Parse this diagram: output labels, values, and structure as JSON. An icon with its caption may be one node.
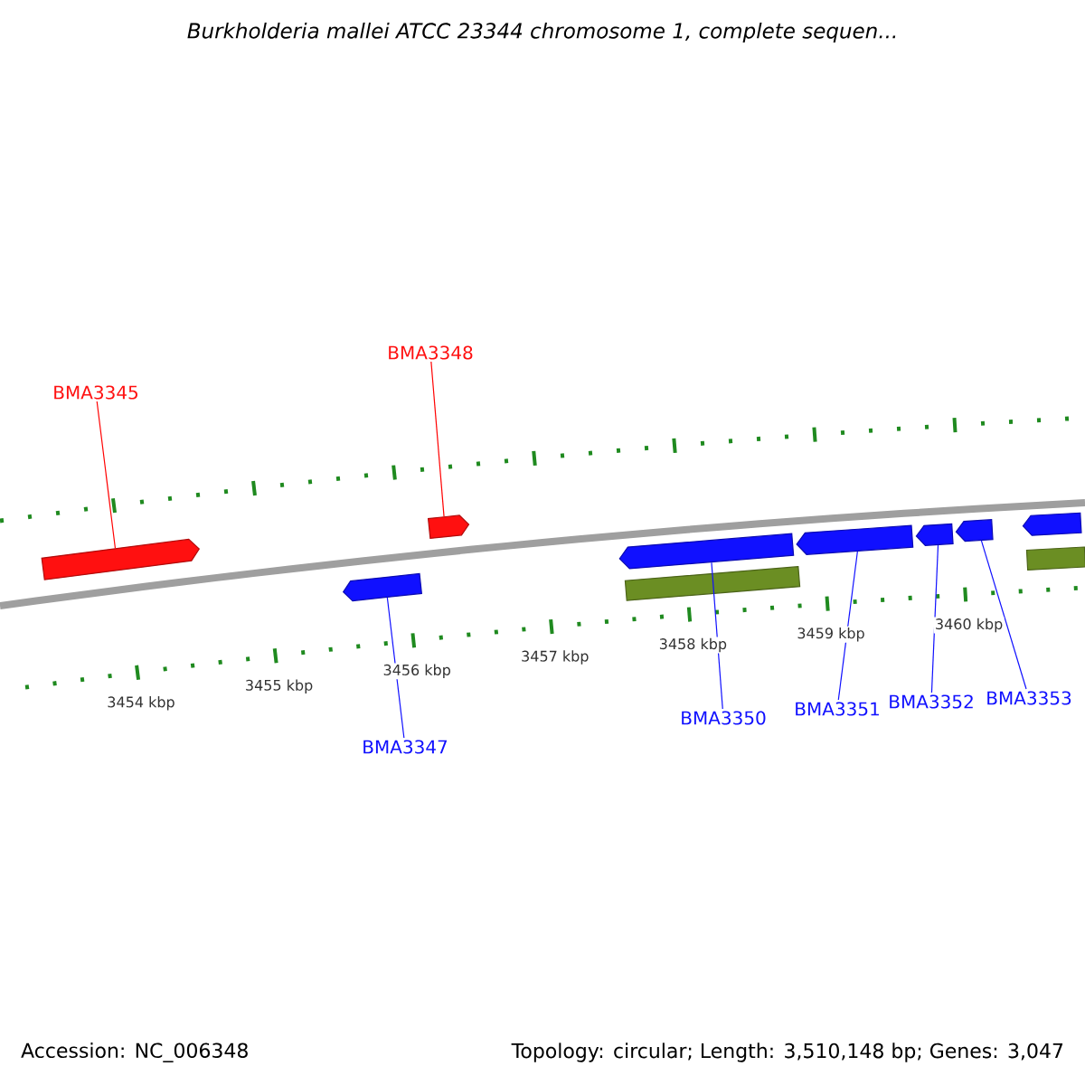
{
  "diagram": {
    "title": "Burkholderia mallei ATCC 23344 chromosome 1, complete sequen...",
    "nodes": [
      {
        "text": [
          "BMA3345"
        ]
      },
      {
        "text": [
          "BMA3348"
        ]
      },
      {
        "text": [
          "BMA3347"
        ]
      },
      {
        "text": [
          "BMA3350"
        ]
      },
      {
        "text": [
          "BMA3351"
        ]
      },
      {
        "text": [
          "BMA3352"
        ]
      },
      {
        "text": [
          "BMA3353"
        ]
      },
      {
        "text": [],
        "shape": "arrow"
      },
      {
        "text": [],
        "shape": "arrow"
      },
      {
        "text": [],
        "shape": "arrow"
      },
      {
        "text": [],
        "shape": "arrow"
      },
      {
        "text": [],
        "shape": "arrow"
      },
      {
        "text": [],
        "shape": "arrow"
      },
      {
        "text": [],
        "shape": "arrow"
      },
      {
        "text": [],
        "shape": "arrow"
      },
      {
        "text": [],
        "shape": "bar"
      },
      {
        "text": [],
        "shape": "bar"
      }
    ],
    "edges": [
      {
        "from": 0,
        "to": 7,
        "arrow": "none",
        "color": "#ff0000"
      },
      {
        "from": 1,
        "to": 8,
        "arrow": "none",
        "color": "#ff0000"
      },
      {
        "from": 2,
        "to": 9,
        "arrow": "none"
      },
      {
        "from": 3,
        "to": 10,
        "arrow": "none"
      },
      {
        "from": 4,
        "to": 11,
        "arrow": "none"
      },
      {
        "from": 5,
        "to": 12,
        "arrow": "none"
      },
      {
        "from": 6,
        "to": 13,
        "arrow": "none"
      }
    ],
    "labels": [
      "3454 kbp",
      "3455 kbp",
      "3456 kbp",
      "3457 kbp",
      "3458 kbp",
      "3459 kbp",
      "3460 kbp",
      "Accession: NC_006348",
      "Topology: circular; Length: 3,510,148 bp; Genes: 3,047"
    ]
  }
}
